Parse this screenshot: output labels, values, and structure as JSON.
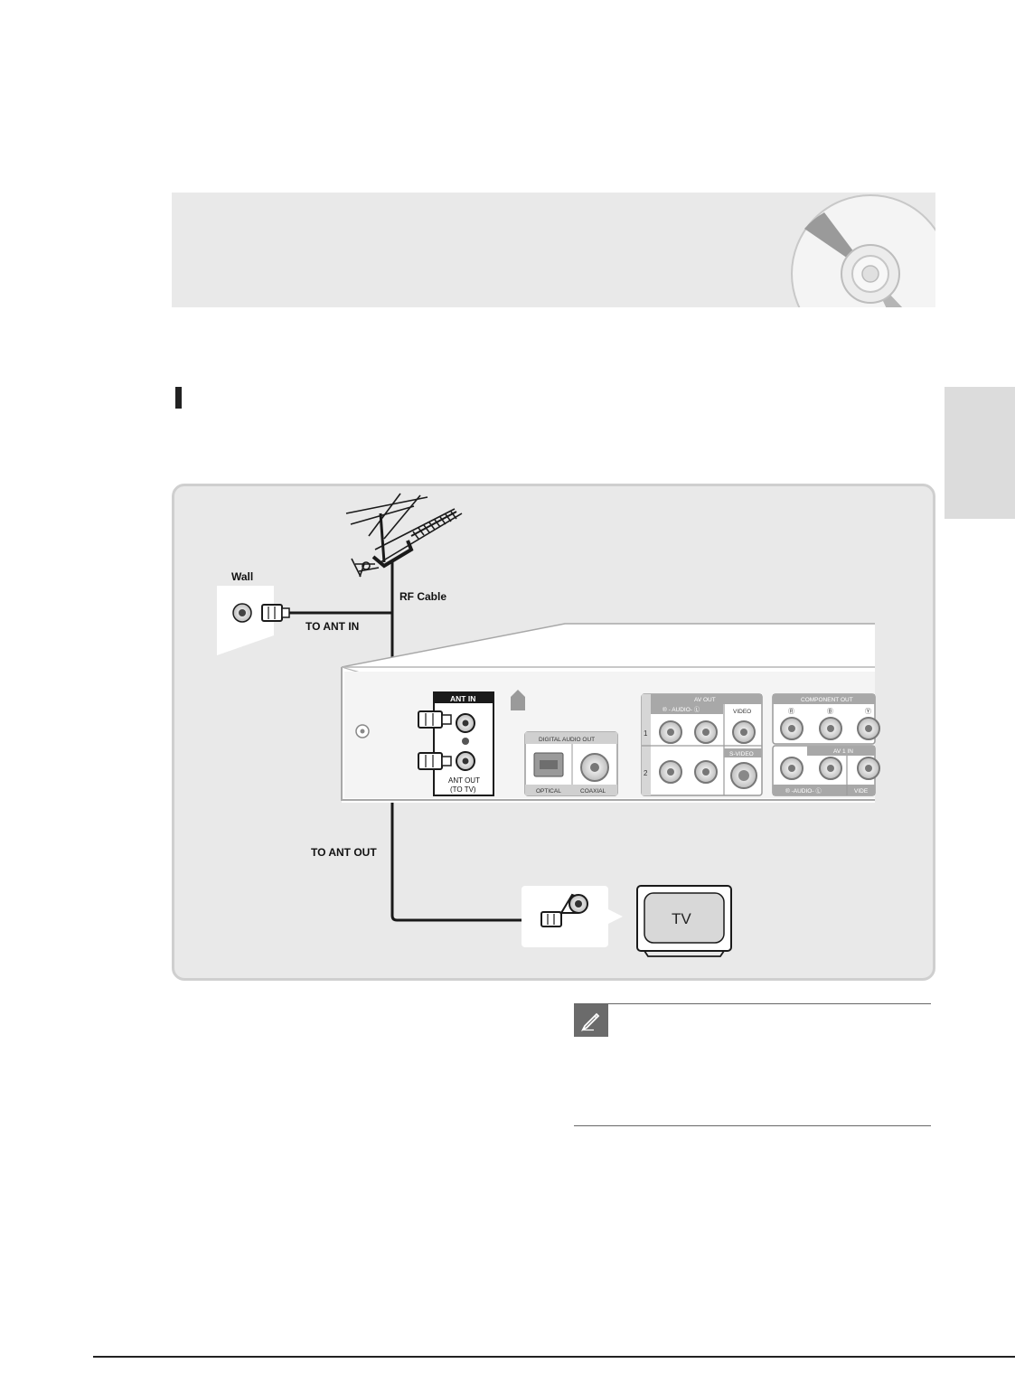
{
  "diagram": {
    "wall_label": "Wall",
    "rf_cable_label": "RF Cable",
    "to_ant_in_label": "TO ANT IN",
    "to_ant_out_label": "TO ANT OUT",
    "tv_label": "TV",
    "rear_panel": {
      "ant_in": "ANT IN",
      "ant_out_line1": "ANT OUT",
      "ant_out_line2": "(TO TV)",
      "digital_audio_out": "DIGITAL AUDIO OUT",
      "optical": "OPTICAL",
      "coaxial": "COAXIAL",
      "av_out": "AV OUT",
      "audio_header": "® - AUDIO- Ⓛ",
      "video": "VIDEO",
      "s_video": "S-VIDEO",
      "row1": "1",
      "row2": "2",
      "component_out": "COMPONENT OUT",
      "comp_pr": "Ⓡ",
      "comp_pb": "Ⓑ",
      "comp_y": "Ⓨ",
      "av1_in": "AV 1 IN",
      "av1_audio": "® -AUDIO- Ⓛ",
      "av1_video": "VIDE"
    }
  },
  "colors": {
    "panel_bg": "#e9e9e9",
    "line": "#1a1a1a",
    "white": "#ffffff"
  },
  "icons": {
    "note": "pencil-note-icon",
    "disc": "disc-decoration-icon"
  }
}
